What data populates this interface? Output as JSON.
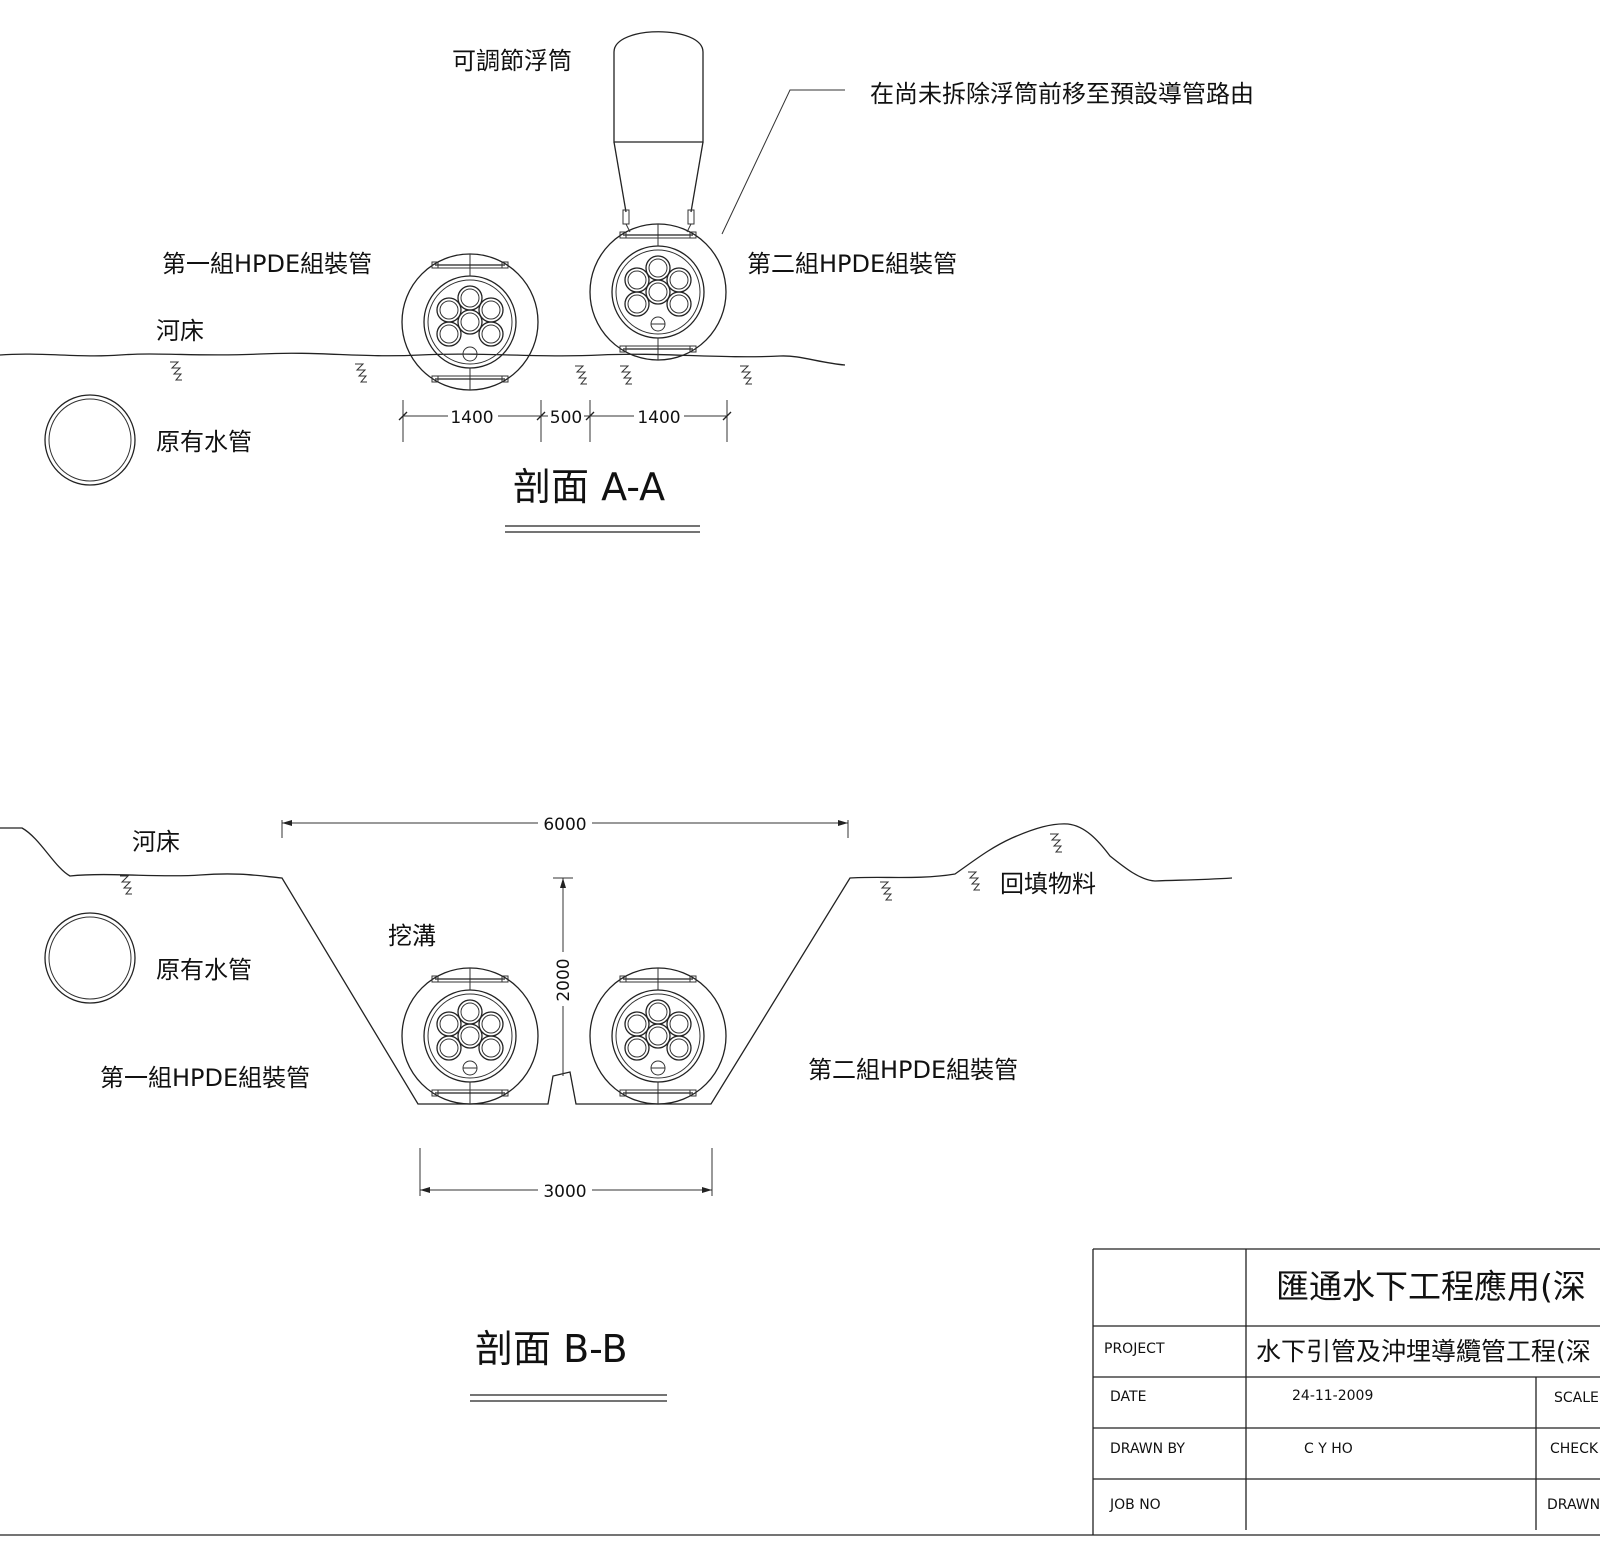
{
  "section_a": {
    "title": "剖面 A-A",
    "float_label": "可調節浮筒",
    "move_note": "在尚未拆除浮筒前移至預設導管路由",
    "group1_label": "第一組HPDE組裝管",
    "group2_label": "第二組HPDE組裝管",
    "riverbed_label": "河床",
    "existing_pipe_label": "原有水管",
    "dim_left": "1400",
    "dim_gap": "500",
    "dim_right": "1400"
  },
  "section_b": {
    "title": "剖面 B-B",
    "riverbed_label": "河床",
    "existing_pipe_label": "原有水管",
    "trench_label": "挖溝",
    "backfill_label": "回填物料",
    "group1_label": "第一組HPDE組裝管",
    "group2_label": "第二組HPDE組裝管",
    "dim_top": "6000",
    "dim_depth": "2000",
    "dim_bottom": "3000"
  },
  "title_block": {
    "company": "匯通水下工程應用(深",
    "project_label": "PROJECT",
    "project_value": "水下引管及沖埋導纜管工程(深",
    "date_label": "DATE",
    "date_value": "24-11-2009",
    "scale_label": "SCALE",
    "drawn_by_label": "DRAWN BY",
    "drawn_by_value": "C Y HO",
    "check_label": "CHECK",
    "job_no_label": "JOB NO",
    "drawn_label": "DRAWN"
  }
}
